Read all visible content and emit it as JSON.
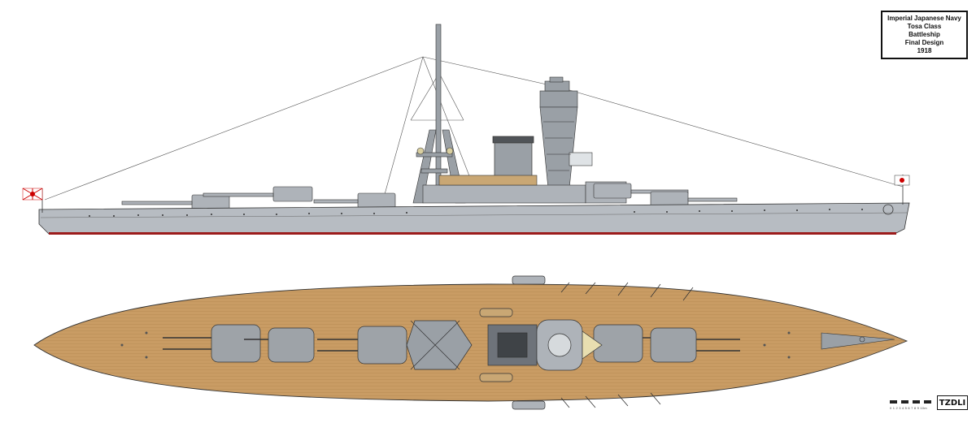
{
  "title_block": {
    "lines": [
      "Imperial Japanese Navy",
      "Tosa Class",
      "Battleship",
      "Final Design",
      "1918"
    ]
  },
  "scale": {
    "label": "0 1 2 3 4 5 6 7 8 9 10m"
  },
  "signature": {
    "text": "TZDLI"
  },
  "colors": {
    "hull_grey": "#b7bcc2",
    "waterline_red": "#9c1b1b",
    "deck_wood": "#c79a62",
    "turret_grey": "#9ea3a8",
    "outline": "#333333"
  },
  "icons": {
    "bow_flag": "rising-sun-naval-ensign",
    "stern_flag": "hinomaru-flag"
  }
}
